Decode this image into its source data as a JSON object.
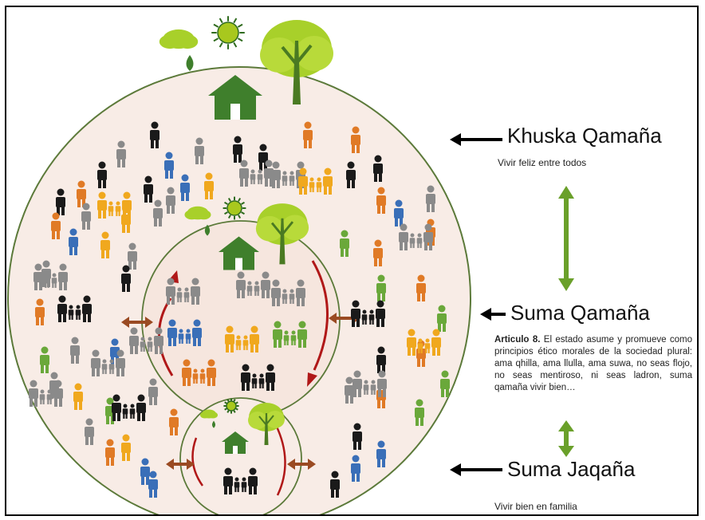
{
  "labels": {
    "level1": {
      "title": "Khuska Qamaña",
      "subtitle": "Vivir feliz entre todos"
    },
    "level2": {
      "title": "Suma Qamaña"
    },
    "level3": {
      "title": "Suma Jaqaña",
      "subtitle": "Vivir bien en familia"
    }
  },
  "article": {
    "heading": "Articulo 8.",
    "body": " El estado asume y promueve como principios ético morales de la sociedad plural: ama qhilla, ama llulla, ama suwa, no seas flojo, no seas mentiroso, ni seas ladron, suma qamaña vivir bien…"
  },
  "colors": {
    "circle_fill": "#f8ece6",
    "circle_stroke": "#5c7a3a",
    "house": "#3f7f2c",
    "tree": "#a8d02a",
    "sun": "#a8c81e",
    "side_arrow": "#9a4a22",
    "cycle_arrow": "#b01818",
    "vertical_arrow": "#6aa02a",
    "pointer_arrow": "#000000"
  },
  "figure_colors": [
    "#1a1a1a",
    "#8a8a8a",
    "#e07a26",
    "#3a6fb8",
    "#6aa83a",
    "#f0a81e"
  ]
}
